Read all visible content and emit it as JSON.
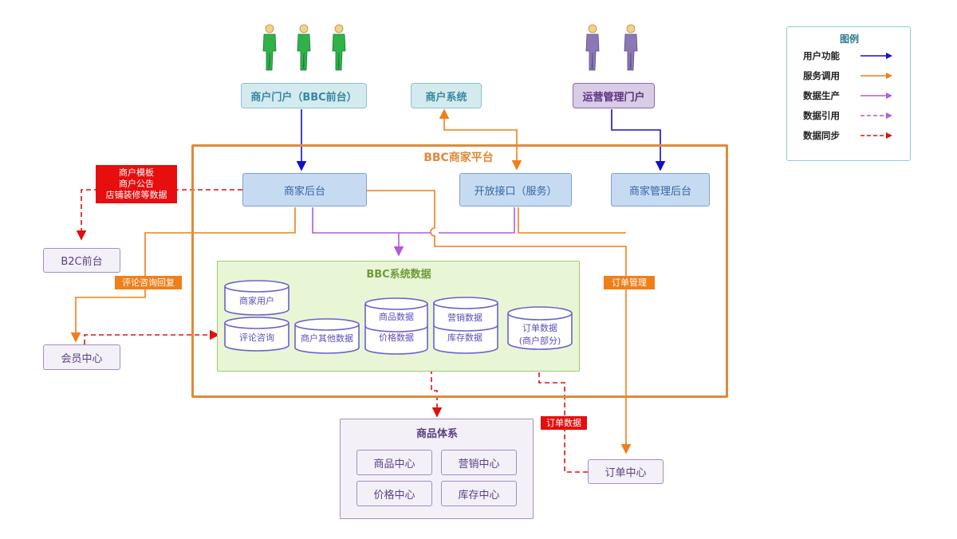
{
  "platform_title": "BBC商家平台",
  "data_title": "BBC系统数据",
  "portals": {
    "merchant_portal": "商户门户（BBC前台）",
    "merchant_system": "商户系统",
    "ops_portal": "运营管理门户"
  },
  "backends": {
    "merchant_backend": "商家后台",
    "open_api": "开放接口（服务）",
    "merchant_admin": "商家管理后台"
  },
  "external": {
    "b2c_front": "B2C前台",
    "member_center": "会员中心",
    "order_center": "订单中心"
  },
  "databases": {
    "merchant_user": "商家用户",
    "review_consult": "评论咨询",
    "merchant_other": "商户其他数据",
    "product_data": "商品数据",
    "price_data": "价格数据",
    "marketing_data": "营销数据",
    "inventory_data": "库存数据",
    "order_data_line1": "订单数据",
    "order_data_line2": "(商户部分)"
  },
  "product_system": {
    "title": "商品体系",
    "product_center": "商品中心",
    "marketing_center": "营销中心",
    "price_center": "价格中心",
    "inventory_center": "库存中心"
  },
  "labels": {
    "merchant_tag_line1": "商户模板",
    "merchant_tag_line2": "商户公告",
    "merchant_tag_line3": "店铺装修等数据",
    "review_reply": "评论咨询回复",
    "order_mgmt": "订单管理",
    "order_data": "订单数据"
  },
  "legend": {
    "title": "图例",
    "items": [
      {
        "label": "用户功能",
        "color": "#1010cc",
        "dashed": false
      },
      {
        "label": "服务调用",
        "color": "#f07f1a",
        "dashed": false
      },
      {
        "label": "数据生产",
        "color": "#b05cdc",
        "dashed": false
      },
      {
        "label": "数据引用",
        "color": "#b05cdc",
        "dashed": true
      },
      {
        "label": "数据同步",
        "color": "#e01010",
        "dashed": true
      }
    ]
  },
  "colors": {
    "user_func": "#1010cc",
    "service_call": "#f07f1a",
    "data_produce": "#b05cdc",
    "data_sync": "#e01010",
    "platform_border": "#e08a3a",
    "green_person": "#2fb24a",
    "purple_person": "#8c78b6"
  }
}
